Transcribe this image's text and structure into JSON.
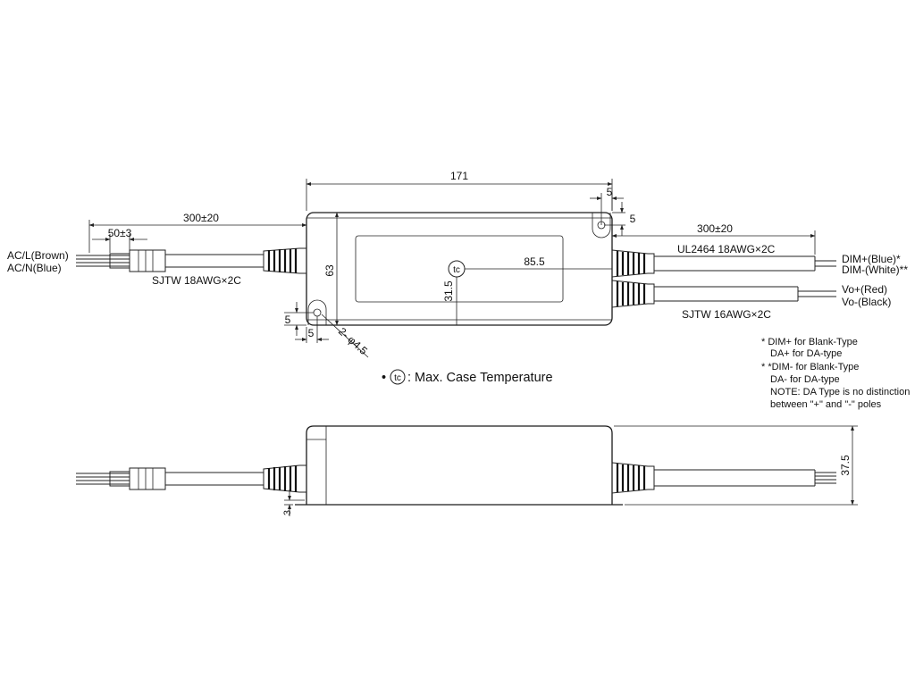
{
  "top_view": {
    "dim_length": "171",
    "dim_cable_left": "300±20",
    "dim_strip": "50±3",
    "dim_cable_right": "300±20",
    "dim_height": "63",
    "dim_tc_x": "85.5",
    "dim_tc_y": "31.5",
    "dim_hole_top_a": "5",
    "dim_hole_top_b": "5",
    "dim_hole_left_a": "5",
    "dim_hole_left_b": "5",
    "hole_spec": "2- φ4.5",
    "tc_symbol": "tc"
  },
  "wires": {
    "ac_l": "AC/L(Brown)",
    "ac_n": "AC/N(Blue)",
    "input_cable": "SJTW 18AWG×2C",
    "dim_cable": "UL2464 18AWG×2C",
    "dim_plus": "DIM+(Blue)*",
    "dim_minus": "DIM-(White)**",
    "vo_plus": "Vo+(Red)",
    "vo_minus": "Vo-(Black)",
    "output_cable": "SJTW 16AWG×2C"
  },
  "legend": {
    "tc_prefix": "•",
    "tc_text": ": Max. Case Temperature"
  },
  "notes": [
    "* DIM+ for Blank-Type",
    "DA+ for DA-type",
    "* *DIM- for Blank-Type",
    "DA- for DA-type",
    "NOTE: DA Type is no distinction",
    "between \"+\" and \"-\" poles"
  ],
  "side_view": {
    "dim_height": "37.5",
    "dim_flange": "3"
  }
}
